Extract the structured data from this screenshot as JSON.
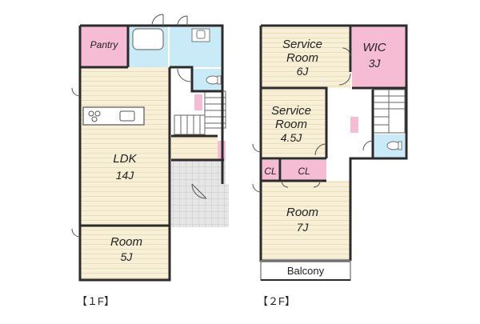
{
  "floors": [
    {
      "label": "【１F】",
      "rooms": [
        {
          "id": "pantry",
          "name": "Pantry"
        },
        {
          "id": "ldk",
          "name": "LDK",
          "size": "14J"
        },
        {
          "id": "room1",
          "name": "Room",
          "size": "5J"
        }
      ]
    },
    {
      "label": "【２F】",
      "rooms": [
        {
          "id": "service1",
          "name": "Service",
          "name2": "Room",
          "size": "6J"
        },
        {
          "id": "wic",
          "name": "WIC",
          "size": "3J"
        },
        {
          "id": "service2",
          "name": "Service",
          "name2": "Room",
          "size": "4.5J"
        },
        {
          "id": "cl1",
          "name": "CL"
        },
        {
          "id": "cl2",
          "name": "CL"
        },
        {
          "id": "room2",
          "name": "Room",
          "size": "7J"
        },
        {
          "id": "balcony",
          "name": "Balcony"
        }
      ]
    }
  ],
  "colors": {
    "wall": "#2b2b2b",
    "floor_wood": "#f7efd6",
    "wood_line": "#e9ddba",
    "closet_pink": "#f6bcd3",
    "bath_blue": "#c9ebf7",
    "tile_grey": "#d8d8d8"
  }
}
